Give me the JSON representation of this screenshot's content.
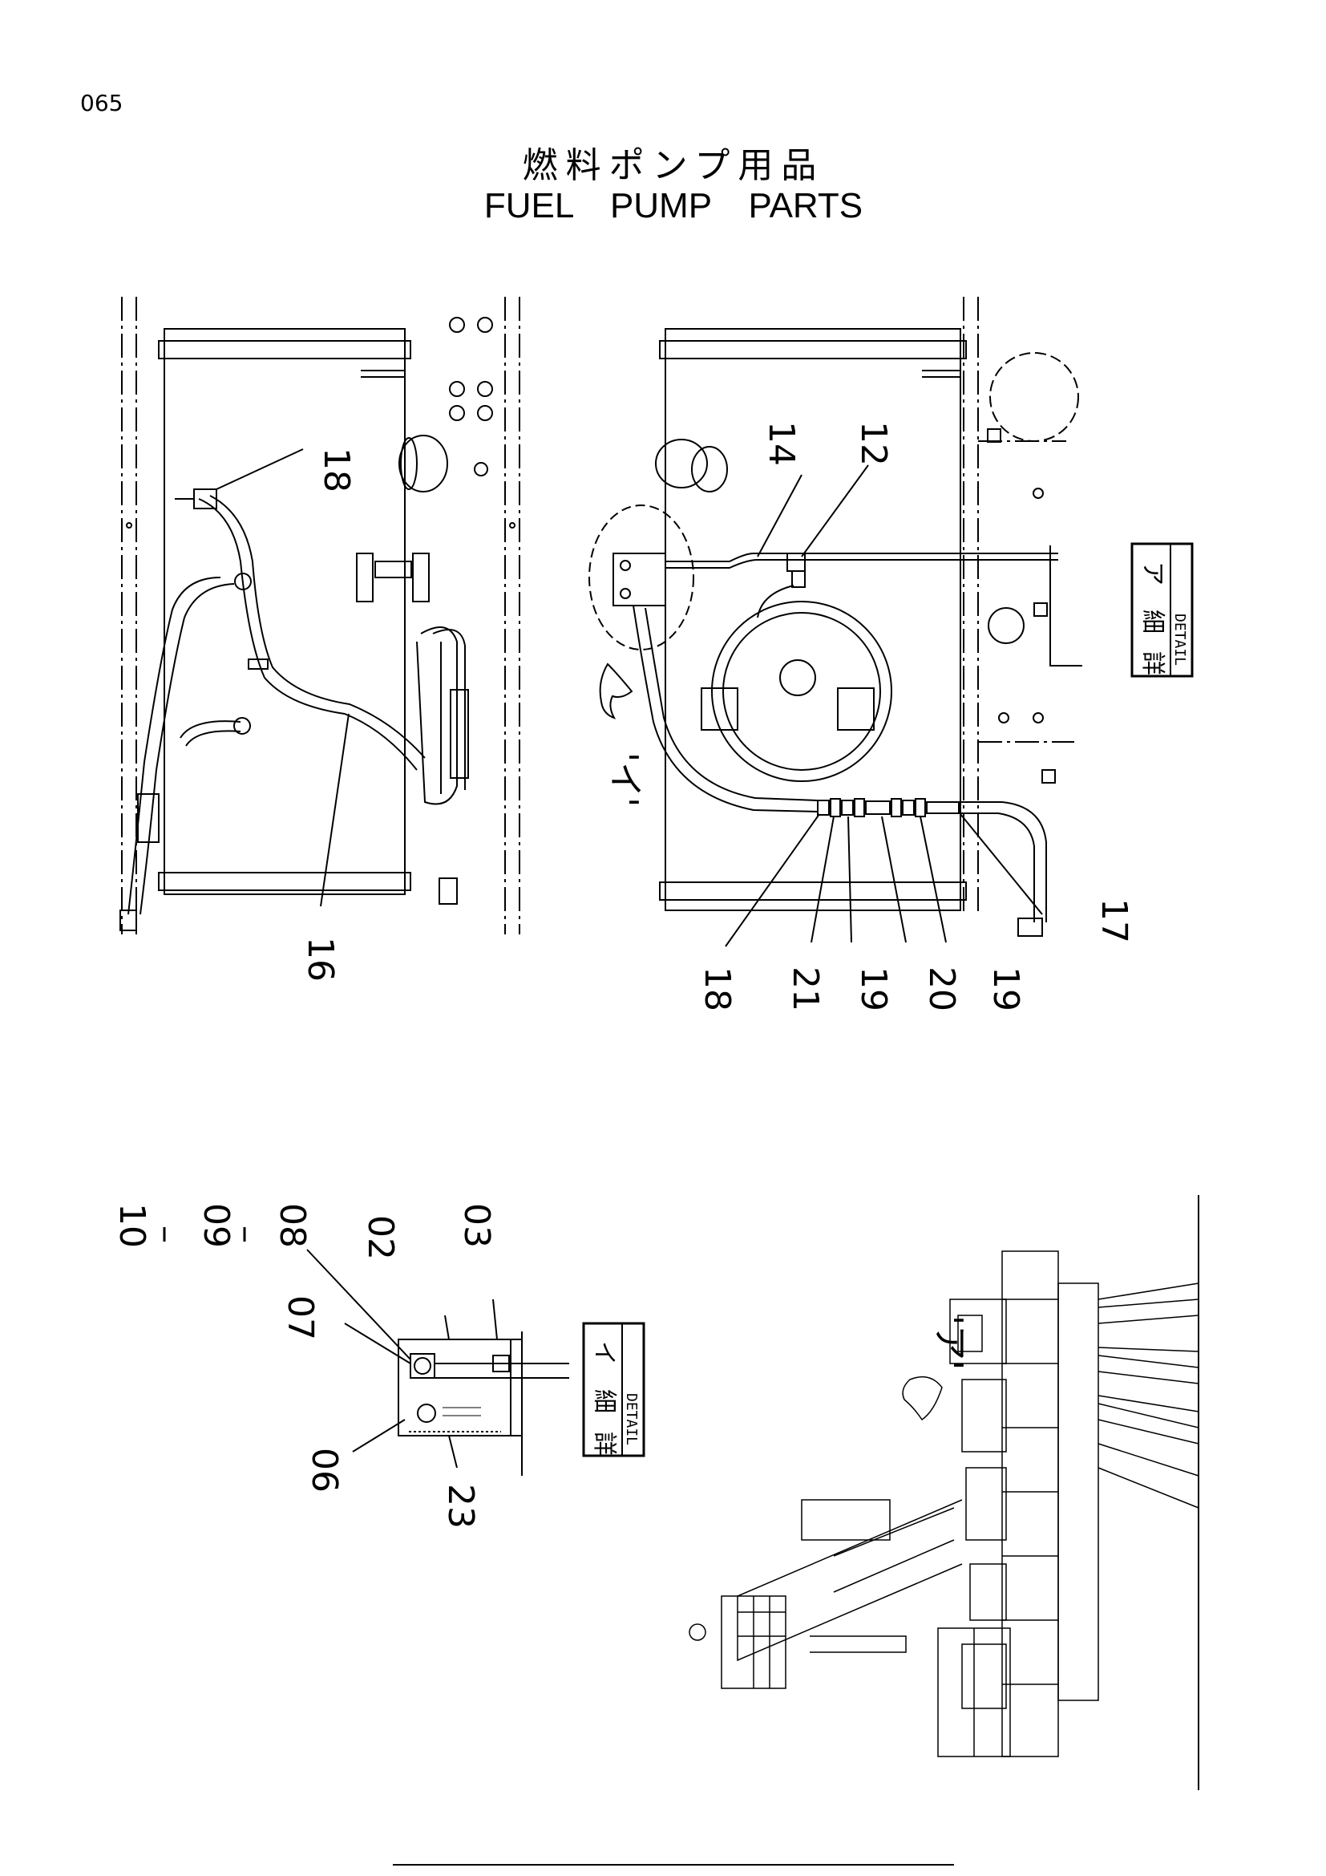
{
  "page_number": "065",
  "title": {
    "japanese": "燃料ポンプ用品",
    "english": "FUEL PUMP PARTS"
  },
  "views": {
    "top_left_callouts": [
      "18",
      "16"
    ],
    "top_right_callouts": [
      "14",
      "12",
      "18",
      "21",
      "19",
      "20",
      "19",
      "17"
    ],
    "top_right_marker": "'イ'",
    "detail_a_box": {
      "kanji_1": "詳",
      "kanji_2": "細",
      "mark": "ア",
      "label": "DETAIL"
    },
    "bottom_left_callouts": [
      "10",
      "09",
      "08",
      "02",
      "03",
      "07",
      "06",
      "23"
    ],
    "detail_i_box": {
      "kanji_1": "詳",
      "kanji_2": "細",
      "mark": "イ",
      "label": "DETAIL"
    },
    "bottom_right_marker": "'ア'"
  }
}
